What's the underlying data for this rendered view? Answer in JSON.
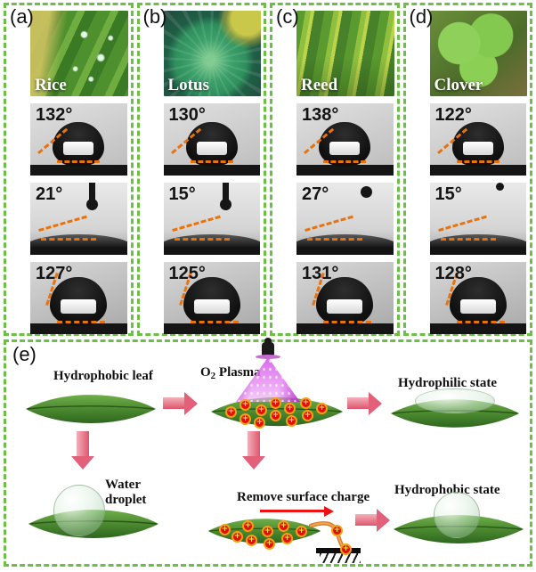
{
  "figure": {
    "panels": [
      {
        "label": "(a)",
        "plant": "Rice",
        "angles": [
          "132°",
          "21°",
          "127°"
        ]
      },
      {
        "label": "(b)",
        "plant": "Lotus",
        "angles": [
          "130°",
          "15°",
          "125°"
        ]
      },
      {
        "label": "(c)",
        "plant": "Reed",
        "angles": [
          "138°",
          "27°",
          "131°"
        ]
      },
      {
        "label": "(d)",
        "plant": "Clover",
        "angles": [
          "122°",
          "15°",
          "128°"
        ]
      }
    ],
    "schematic": {
      "label": "(e)",
      "labels": {
        "hydrophobic_leaf": "Hydrophobic leaf",
        "plasma_o": "O",
        "plasma_sub": "2",
        "plasma_word": " Plasma",
        "hydrophilic_state": "Hydrophilic state",
        "water_droplet_line1": "Water",
        "water_droplet_line2": "droplet",
        "remove_surface_charge": "Remove surface charge",
        "hydrophobic_state": "Hydrophobic state"
      }
    },
    "colors": {
      "border_green": "#6bbf45",
      "dash_orange": "#e8720c",
      "arrow_pink": "#e2607a",
      "arrow_red": "#ee1111",
      "charge_red": "#e01010",
      "charge_ring": "#f2a212",
      "plasma_magenta": "#c837dc"
    }
  }
}
